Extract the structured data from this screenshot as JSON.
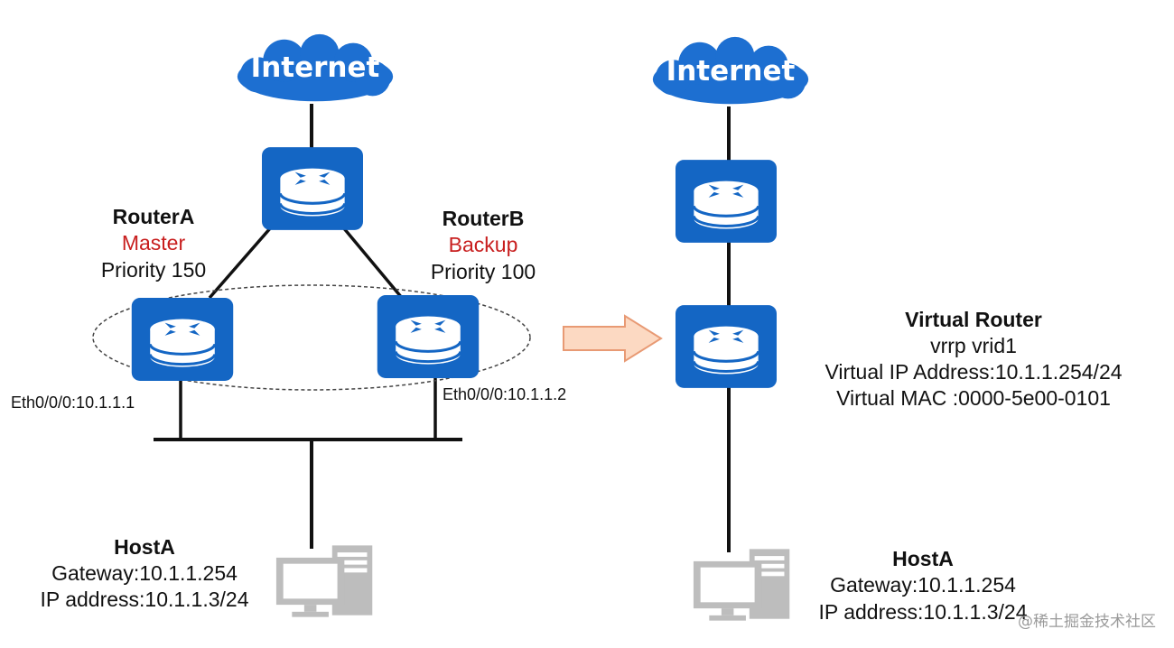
{
  "colors": {
    "device_blue": "#1466c4",
    "cloud_blue": "#1d6fd1",
    "highlight_red": "#c81e1e",
    "arrow_fill": "#fcd9c2",
    "arrow_stroke": "#e89a74",
    "host_gray": "#bdbdbd"
  },
  "left": {
    "cloud_label": "Internet",
    "router_a": {
      "name": "RouterA",
      "role": "Master",
      "priority": "Priority 150",
      "interface": "Eth0/0/0:10.1.1.1"
    },
    "router_b": {
      "name": "RouterB",
      "role": "Backup",
      "priority": "Priority 100",
      "interface": "Eth0/0/0:10.1.1.2"
    },
    "host": {
      "name": "HostA",
      "gateway": "Gateway:10.1.1.254",
      "ip": "IP address:10.1.1.3/24"
    }
  },
  "right": {
    "cloud_label": "Internet",
    "virtual_router": {
      "name": "Virtual Router",
      "vrid": "vrrp vrid1",
      "vip": "Virtual IP Address:10.1.1.254/24",
      "vmac": "Virtual MAC :0000-5e00-0101"
    },
    "host": {
      "name": "HostA",
      "gateway": "Gateway:10.1.1.254",
      "ip": "IP address:10.1.1.3/24"
    }
  },
  "watermark": "@稀土掘金技术社区"
}
